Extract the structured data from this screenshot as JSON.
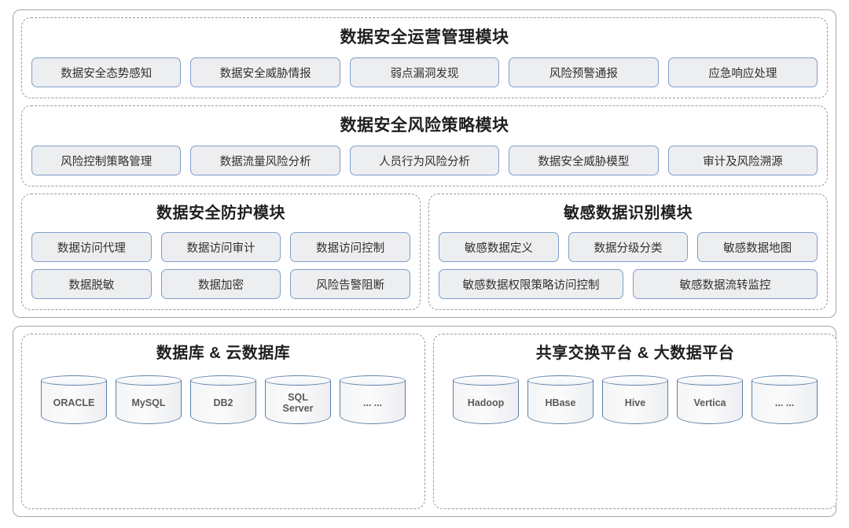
{
  "diagram": {
    "top_container": {
      "panels": [
        {
          "id": "security-operations",
          "title": "数据安全运营管理模块",
          "rows": [
            {
              "chips": [
                "数据安全态势感知",
                "数据安全威胁情报",
                "弱点漏洞发现",
                "风险预警通报",
                "应急响应处理"
              ]
            }
          ]
        },
        {
          "id": "risk-policy",
          "title": "数据安全风险策略模块",
          "rows": [
            {
              "chips": [
                "风险控制策略管理",
                "数据流量风险分析",
                "人员行为风险分析",
                "数据安全威胁模型",
                "审计及风险溯源"
              ]
            }
          ]
        },
        {
          "id": "protection",
          "title": "数据安全防护模块",
          "rows": [
            {
              "chips": [
                "数据访问代理",
                "数据访问审计",
                "数据访问控制"
              ]
            },
            {
              "chips": [
                "数据脱敏",
                "数据加密",
                "风险告警阻断"
              ]
            }
          ]
        },
        {
          "id": "sensitive-data",
          "title": "敏感数据识别模块",
          "rows": [
            {
              "chips": [
                "敏感数据定义",
                "数据分级分类",
                "敏感数据地图"
              ]
            },
            {
              "chips": [
                "敏感数据权限策略访问控制",
                "敏感数据流转监控"
              ]
            }
          ]
        }
      ]
    },
    "bottom_container": {
      "panels": [
        {
          "id": "databases",
          "title": "数据库 & 云数据库",
          "cylinders": [
            "ORACLE",
            "MySQL",
            "DB2",
            "SQL Server",
            "... ..."
          ]
        },
        {
          "id": "platforms",
          "title": "共享交换平台 & 大数据平台",
          "cylinders": [
            "Hadoop",
            "HBase",
            "Hive",
            "Vertica",
            "... ..."
          ]
        }
      ]
    }
  },
  "colors": {
    "chip_fill": "#edeef0",
    "chip_border": "#7e9fc9",
    "outer_border": "#a6a6a6",
    "panel_border": "#9a9a9a",
    "cylinder_border": "#5b7fa8",
    "title_text": "#1f1f1f"
  }
}
